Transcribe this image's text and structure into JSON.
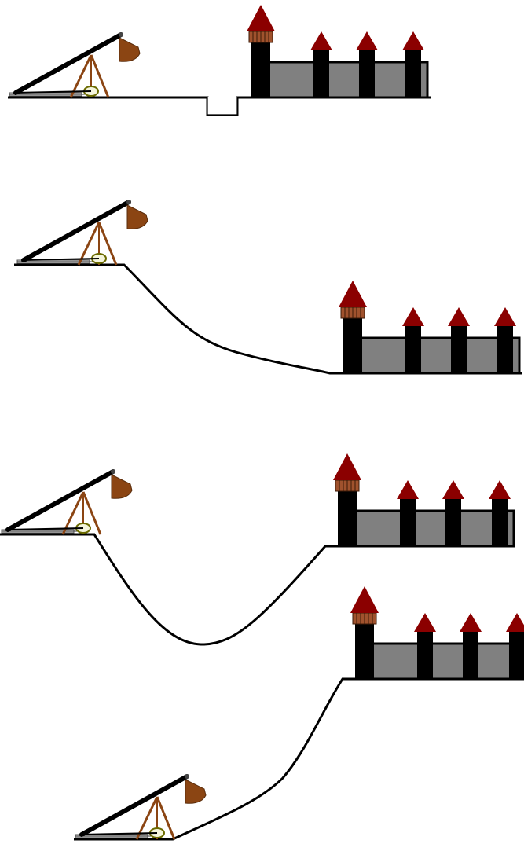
{
  "scene": {
    "description_free": true,
    "palette": {
      "ground": "#000000",
      "wall_fill": "#808080",
      "tower": "#000000",
      "roof": "#8b0000",
      "window": "#a0522d",
      "wood": "#8b4513",
      "sling": "#d3d3d3",
      "wheel": "#808000",
      "bucket": "#8b4513"
    }
  },
  "panels": [
    {
      "id": "panel-1",
      "terrain": "moat"
    },
    {
      "id": "panel-2",
      "terrain": "downhill"
    },
    {
      "id": "panel-3",
      "terrain": "valley"
    },
    {
      "id": "panel-4",
      "terrain": "uphill"
    }
  ]
}
